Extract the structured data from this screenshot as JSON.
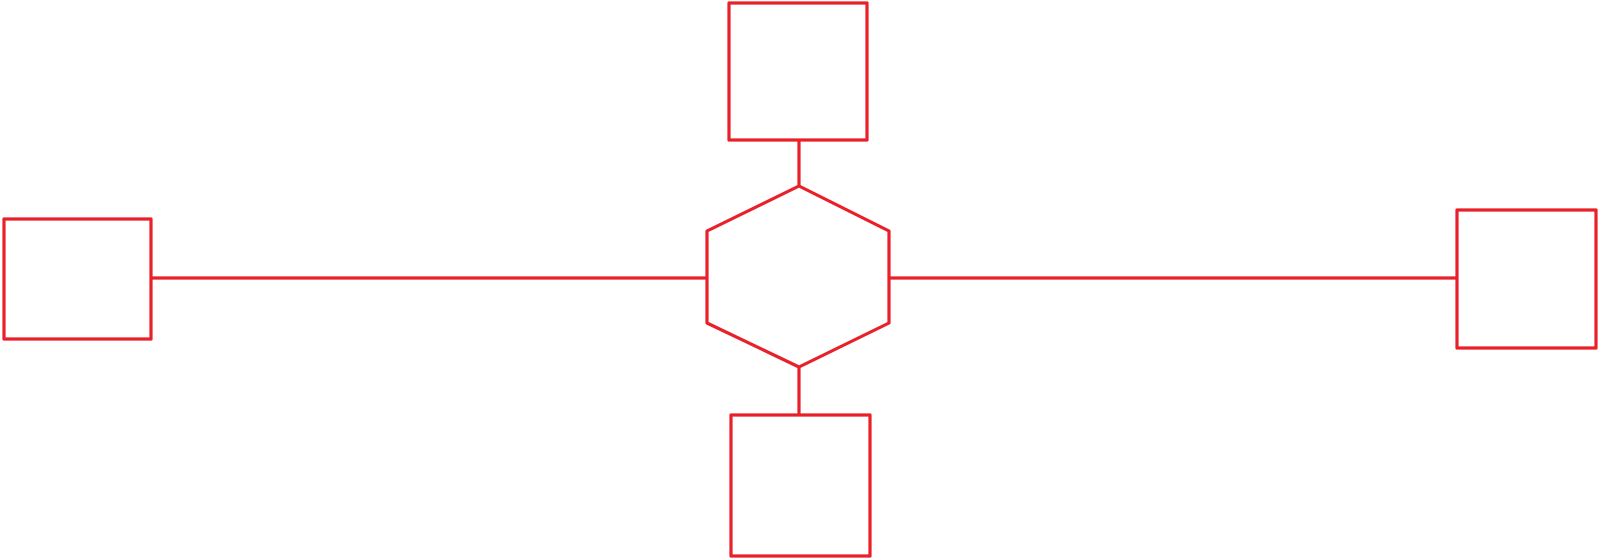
{
  "diagram": {
    "stroke_color": "#e8202a",
    "fill_color": "#ffffff",
    "hub": {
      "shape": "hexagon",
      "label": ""
    },
    "nodes": [
      {
        "id": "top",
        "shape": "rectangle",
        "label": ""
      },
      {
        "id": "left",
        "shape": "rectangle",
        "label": ""
      },
      {
        "id": "right",
        "shape": "rectangle",
        "label": ""
      },
      {
        "id": "bottom",
        "shape": "rectangle",
        "label": ""
      }
    ],
    "connectors": [
      {
        "from": "hub",
        "to": "top"
      },
      {
        "from": "hub",
        "to": "left"
      },
      {
        "from": "hub",
        "to": "right"
      },
      {
        "from": "hub",
        "to": "bottom"
      }
    ]
  }
}
